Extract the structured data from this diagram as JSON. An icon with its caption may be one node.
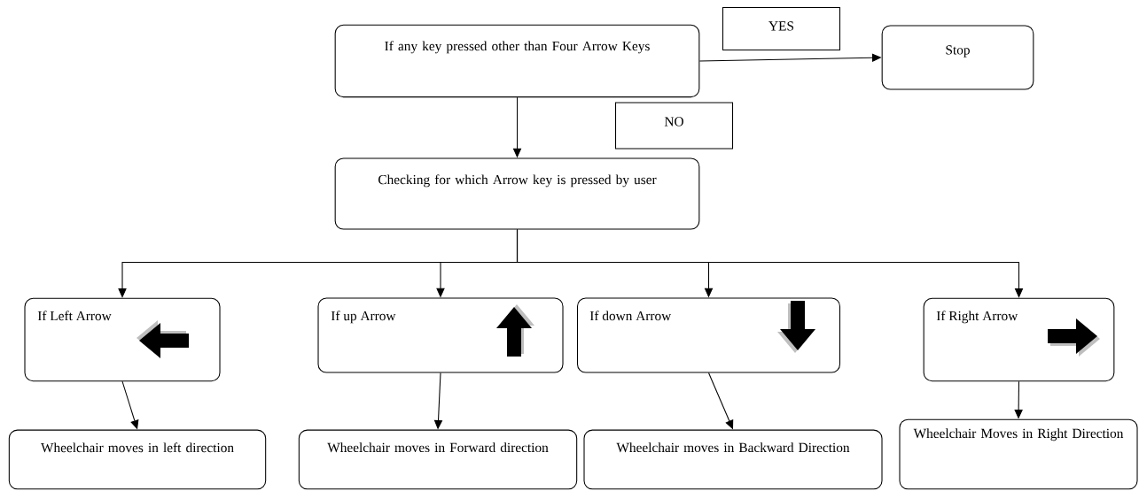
{
  "diagram": {
    "nodes": [
      {
        "text": [
          "If any key pressed other than Four Arrow Keys"
        ]
      },
      {
        "text": [
          "YES"
        ]
      },
      {
        "text": [
          "Stop"
        ]
      },
      {
        "text": [
          "NO"
        ]
      },
      {
        "text": [
          "Checking for which Arrow key is pressed by user"
        ]
      },
      {
        "text": [
          "If Left Arrow"
        ]
      },
      {
        "text": [
          "If up Arrow"
        ]
      },
      {
        "text": [
          "If down Arrow"
        ]
      },
      {
        "text": [
          "If Right Arrow"
        ]
      },
      {
        "text": [
          "Wheelchair moves in left direction"
        ]
      },
      {
        "text": [
          "Wheelchair moves in Forward direction"
        ]
      },
      {
        "text": [
          "Wheelchair moves in Backward Direction"
        ]
      },
      {
        "text": [
          "Wheelchair Moves in Right Direction"
        ]
      }
    ],
    "edges": [
      {
        "from": 0,
        "to": 2,
        "arrow": "to"
      },
      {
        "from": 0,
        "to": 4,
        "arrow": "to"
      },
      {
        "from": 4,
        "to": 5,
        "arrow": "to"
      },
      {
        "from": 4,
        "to": 6,
        "arrow": "to"
      },
      {
        "from": 4,
        "to": 7,
        "arrow": "to"
      },
      {
        "from": 4,
        "to": 8,
        "arrow": "to"
      },
      {
        "from": 5,
        "to": 9,
        "arrow": "to"
      },
      {
        "from": 6,
        "to": 10,
        "arrow": "to"
      },
      {
        "from": 7,
        "to": 11,
        "arrow": "to"
      },
      {
        "from": 8,
        "to": 12,
        "arrow": "to"
      }
    ]
  }
}
